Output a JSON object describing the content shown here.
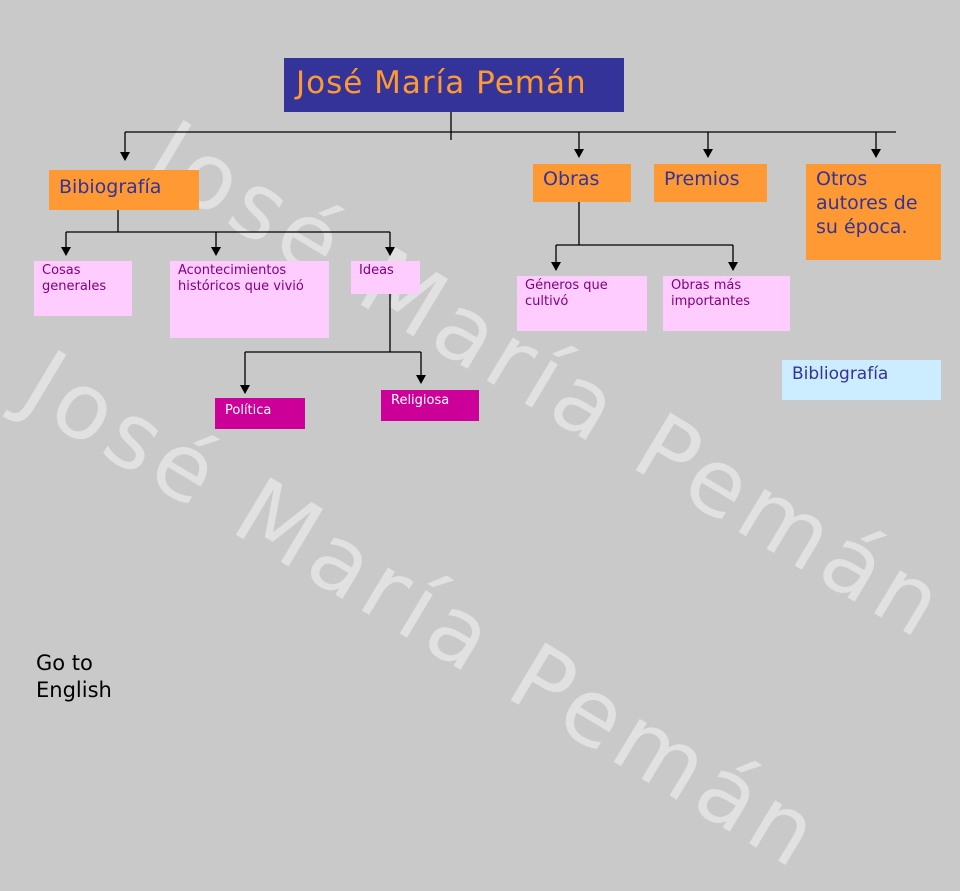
{
  "watermark": {
    "text": "José María Pemán"
  },
  "title": "José María Pemán",
  "nodes": {
    "biografia": "Bibiografía",
    "obras": "Obras",
    "premios": "Premios",
    "otros": "Otros autores de su época.",
    "cosas": "Cosas generales",
    "acontecimientos": "Acontecimientos históricos que vivió",
    "ideas": "Ideas",
    "politica": "Política",
    "religiosa": "Religiosa",
    "generos": "Géneros que cultivó",
    "obras_mas": "Obras más importantes"
  },
  "bibliografia_link": "Bibliografía",
  "goto_link": "Go to English",
  "colors": {
    "title_bg": "#333399",
    "title_text": "#ff9933",
    "orange": "#ff9933",
    "pink": "#ffccff",
    "magenta": "#cc0099",
    "lightblue": "#ccecff",
    "background": "#c9c9c9"
  }
}
